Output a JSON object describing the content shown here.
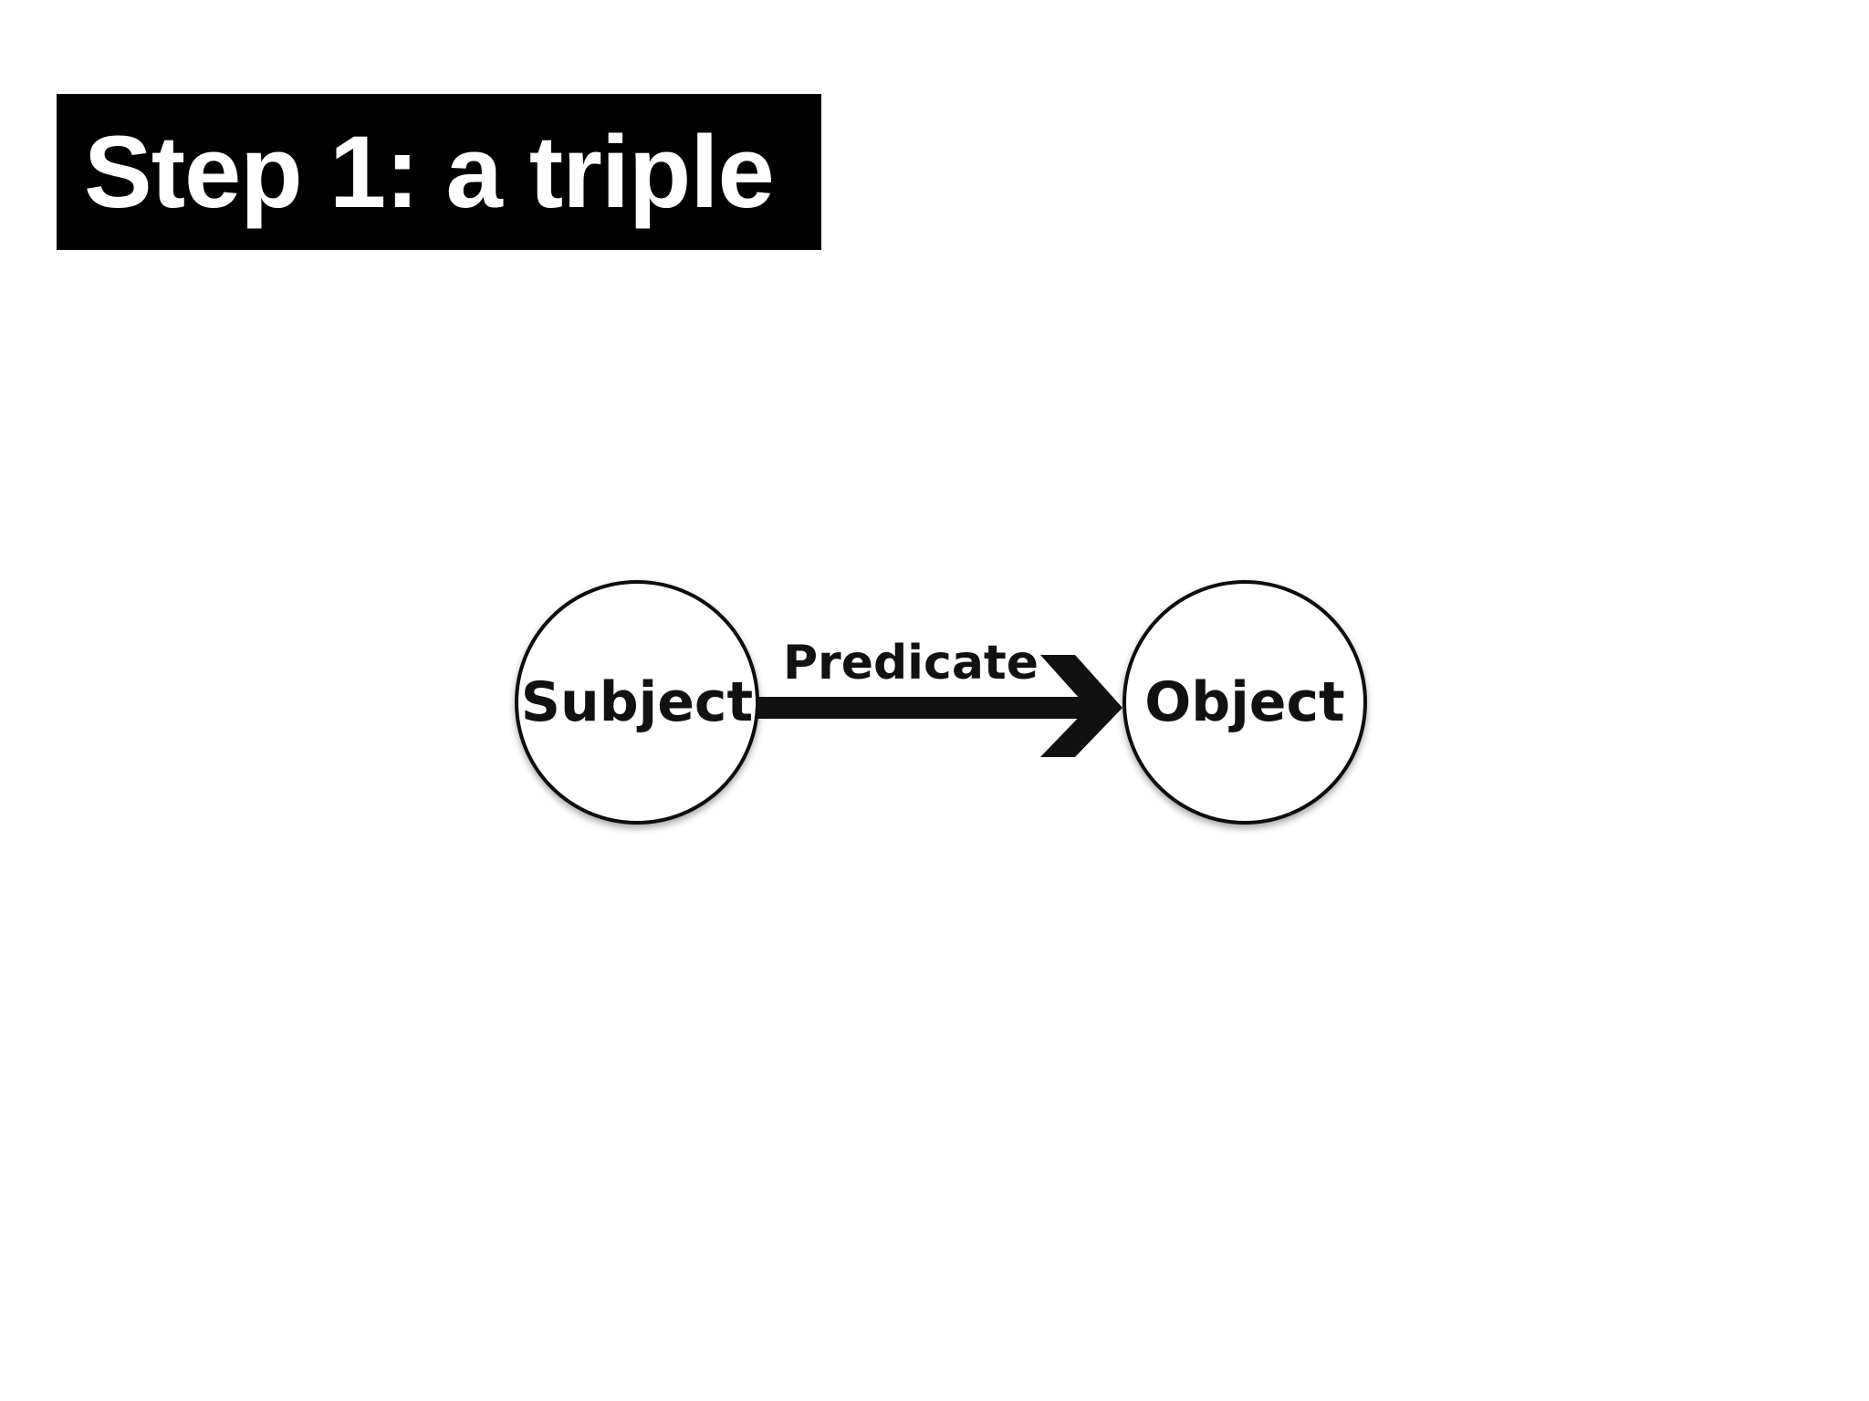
{
  "slide": {
    "title": "Step 1: a triple"
  },
  "diagram": {
    "nodes": [
      {
        "id": "subject",
        "label": "Subject"
      },
      {
        "id": "object",
        "label": "Object"
      }
    ],
    "edges": [
      {
        "from": "subject",
        "to": "object",
        "label": "Predicate"
      }
    ],
    "colors": {
      "stroke": "#111111",
      "fill": "#ffffff",
      "title_background": "#000000",
      "title_text": "#ffffff"
    }
  }
}
